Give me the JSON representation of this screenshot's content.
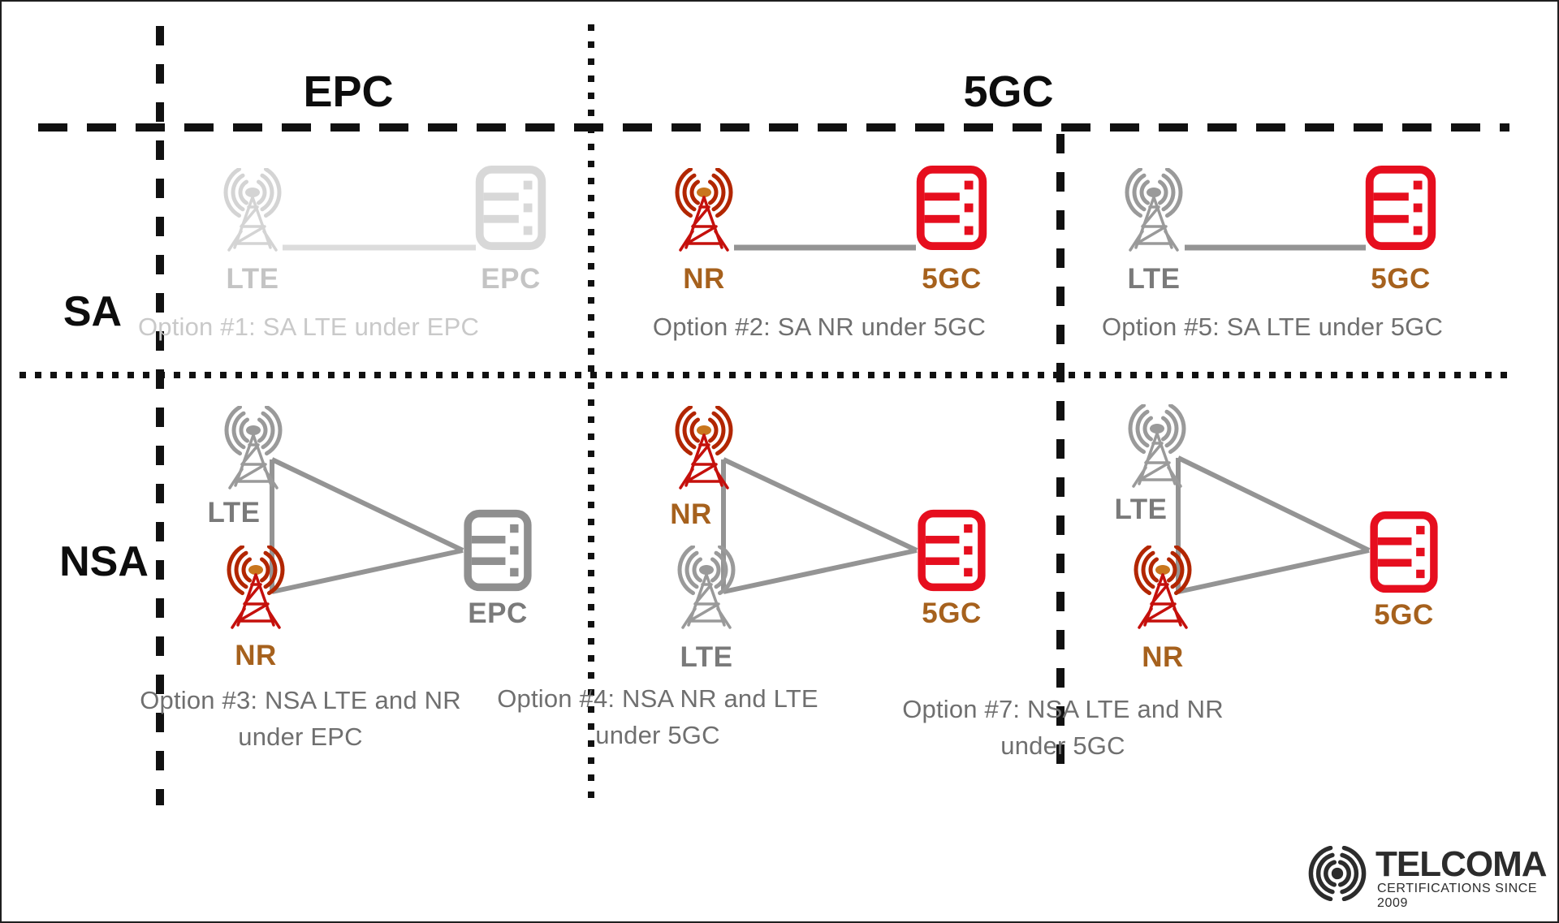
{
  "grid": {
    "col_epc": "EPC",
    "col_5gc": "5GC",
    "row_sa": "SA",
    "row_nsa": "NSA"
  },
  "cells": {
    "option1": {
      "state": "faded",
      "tower_label": "LTE",
      "core_label": "EPC",
      "caption": "Option #1: SA LTE under EPC"
    },
    "option2": {
      "tower_label": "NR",
      "core_label": "5GC",
      "caption": "Option #2: SA NR under 5GC"
    },
    "option5": {
      "tower_label": "LTE",
      "core_label": "5GC",
      "caption": "Option #5: SA LTE under 5GC"
    },
    "option3": {
      "top_tower_label": "LTE",
      "bottom_tower_label": "NR",
      "core_label": "EPC",
      "caption_line1": "Option #3: NSA LTE and NR",
      "caption_line2": "under EPC"
    },
    "option4": {
      "top_tower_label": "NR",
      "bottom_tower_label": "LTE",
      "core_label": "5GC",
      "caption_line1": "Option #4: NSA NR and LTE",
      "caption_line2": "under 5GC"
    },
    "option7": {
      "top_tower_label": "LTE",
      "bottom_tower_label": "NR",
      "core_label": "5GC",
      "caption_line1": "Option #7: NSA LTE and NR",
      "caption_line2": "under 5GC"
    }
  },
  "logo": {
    "name": "TELCOMA",
    "tagline": "CERTIFICATIONS SINCE 2009"
  },
  "colors": {
    "nr_tower_red": "#c5100c",
    "tower_cap_orange": "#c9761d",
    "core_server_red": "#e60e1e",
    "gray_icon": "#9a9a9a",
    "core_server_gray": "#8f8f8f",
    "label_brown": "#a6611d",
    "label_gray": "#7a7a7a",
    "caption_gray": "#6f6f6f",
    "faded_gray": "#d4d4d4",
    "connection_line_gray": "#949494",
    "divider_black": "#111111",
    "logo_dark": "#2c2c2c"
  }
}
